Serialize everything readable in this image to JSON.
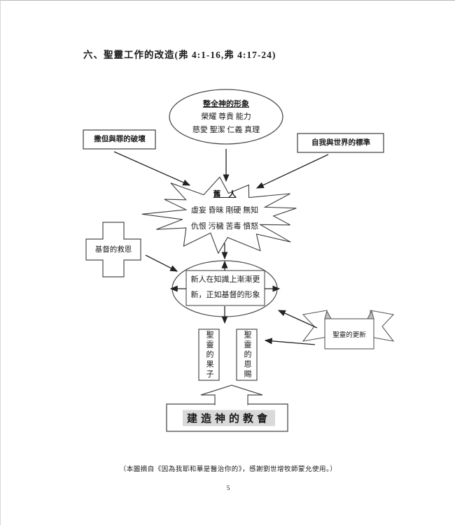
{
  "page": {
    "title": "六、聖靈工作的改造(弗 4:1-16,弗 4:17-24)",
    "footer": "（本圖摘自《因為我耶和華是醫治你的》，感謝劉世增牧師蒙允使用。）",
    "page_number": "5"
  },
  "diagram": {
    "god_image": {
      "title": "整全神的形象",
      "line1": "榮耀 尊貴 能力",
      "line2": "慈愛 聖潔 仁義 真理"
    },
    "satan_box": "撒但與罪的破壞",
    "world_box": "自我與世界的標準",
    "old_man": {
      "title": "舊　人",
      "line1": "虛妄 昏昧 剛硬 無知",
      "line2": "仇恨 污穢 苦毒 憤怒"
    },
    "cross_label": "基督的救恩",
    "new_man": {
      "line1": "新人在知識上漸漸更",
      "line2": "新，正如基督的形象"
    },
    "ribbon_label": "聖靈的更新",
    "fruit_box": "聖靈的果子",
    "gift_box": "聖靈的恩賜",
    "church_box": "建造神的教會",
    "colors": {
      "shape_stroke": "#4a4a4a",
      "arrow": "#222222",
      "highlight": "#d9d9d9"
    }
  }
}
